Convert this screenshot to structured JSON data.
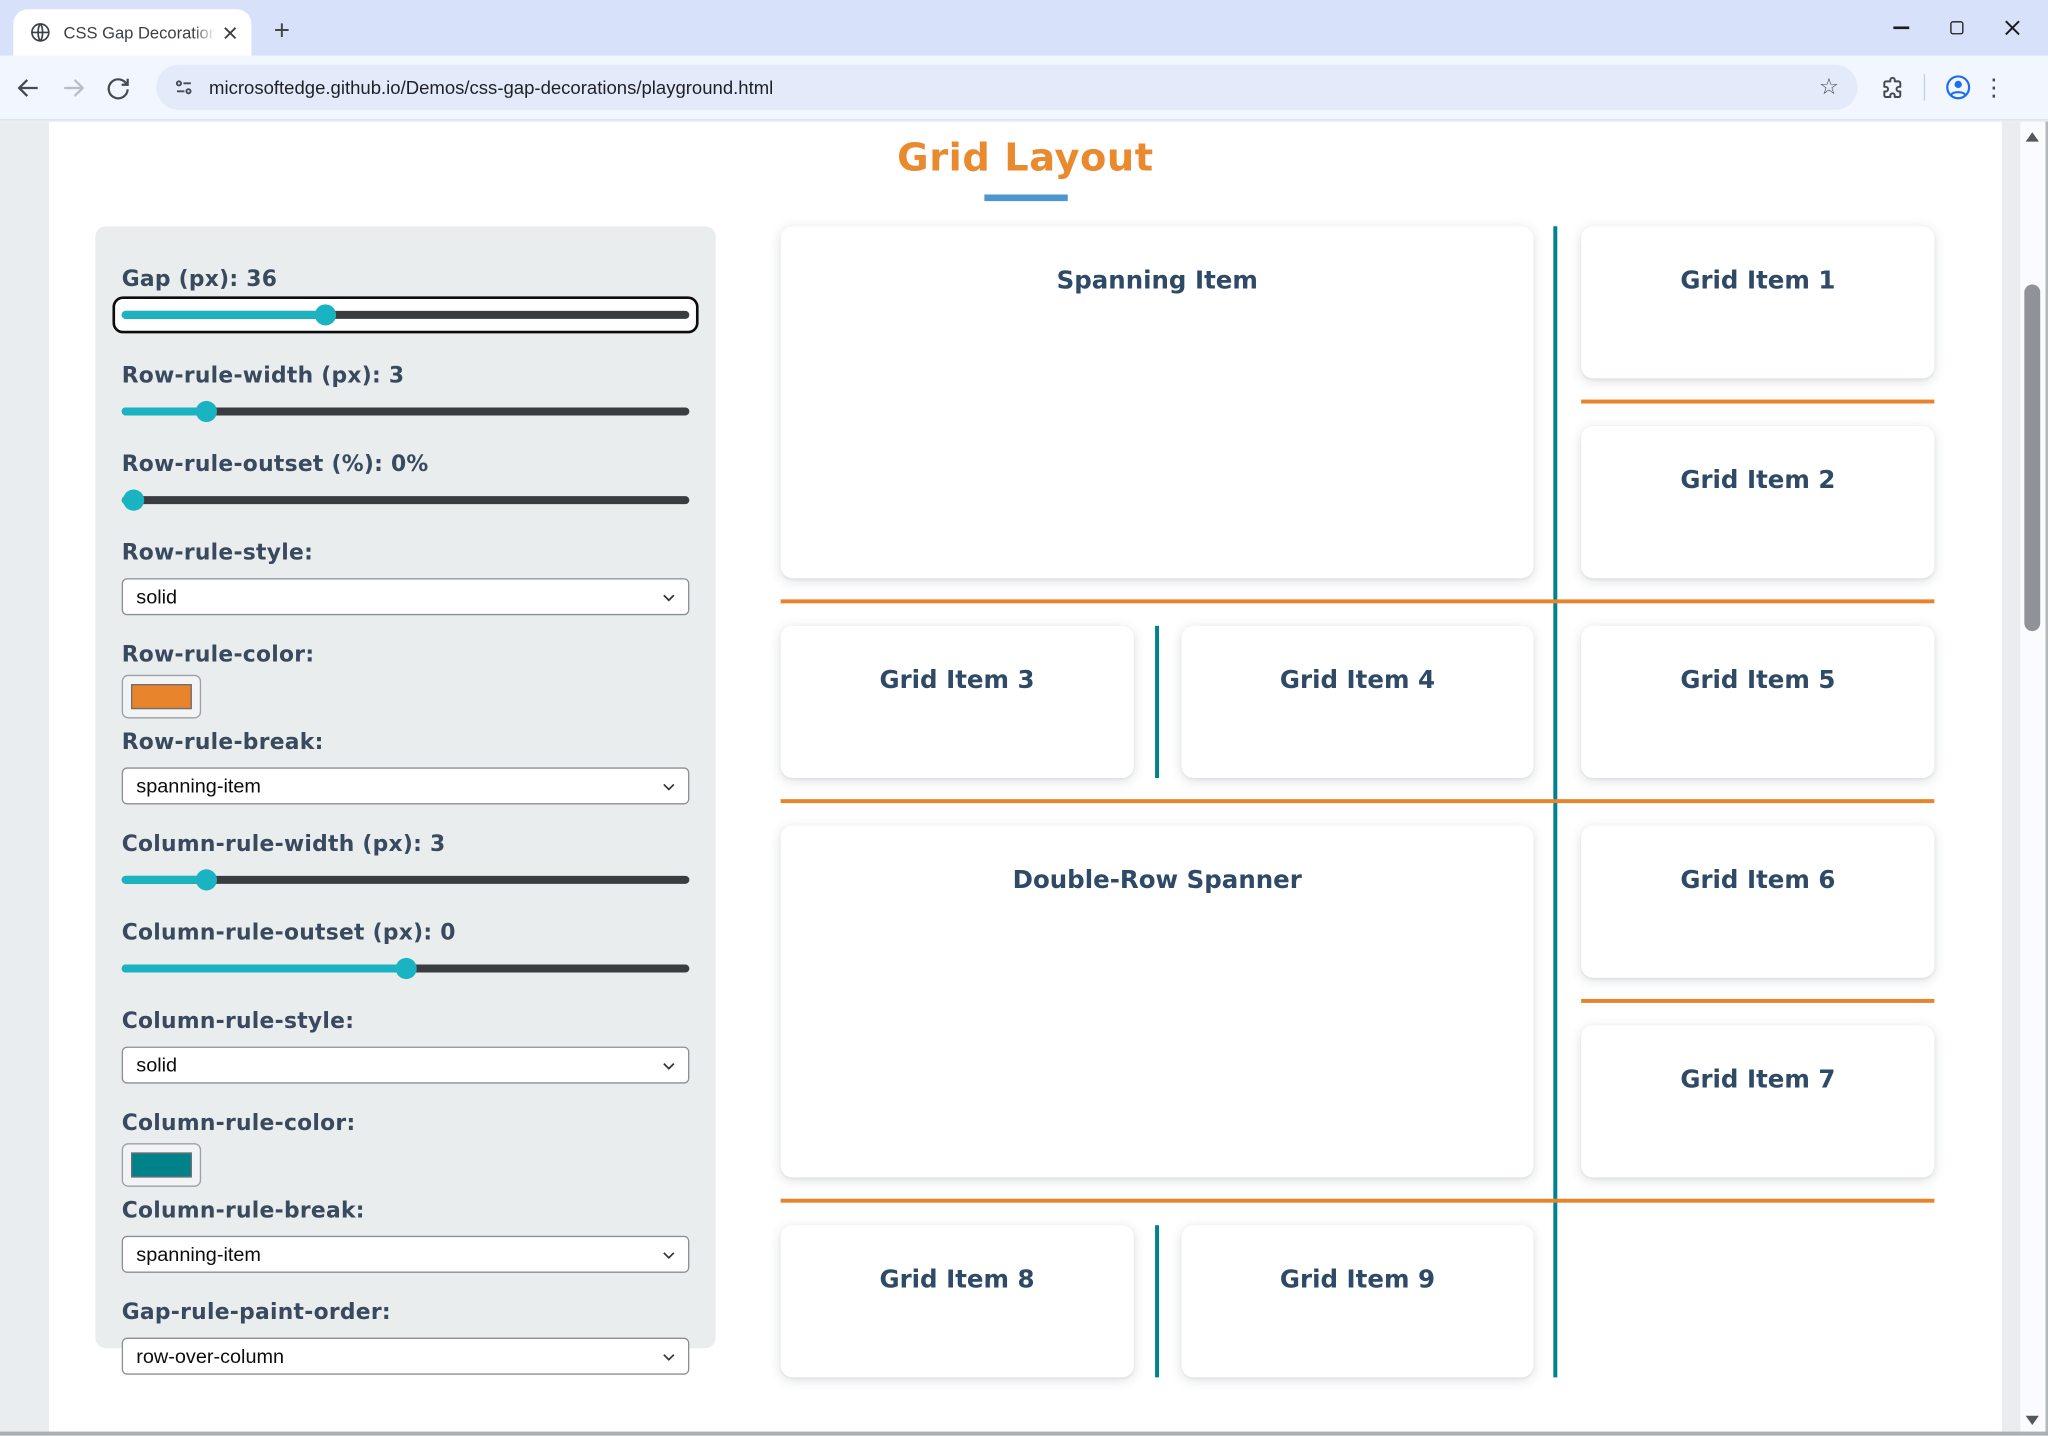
{
  "browser": {
    "tab_title": "CSS Gap Decorations playgroun",
    "new_tab_label": "+",
    "url": "microsoftedge.github.io/Demos/css-gap-decorations/playground.html",
    "bookmark_star": "☆",
    "menu_dots": "⋮"
  },
  "page": {
    "title": "Grid Layout",
    "title_color": "#ea8a2e",
    "underline_color": "#4d96d2",
    "row_rule_color": "#e8852c",
    "column_rule_color": "#00828a",
    "slider_accent": "#19b3c2"
  },
  "controls": {
    "gap": {
      "label": "Gap (px): 36",
      "value": 36,
      "fill_percent": 36,
      "focused": true
    },
    "row_rule_width": {
      "label": "Row-rule-width (px): 3",
      "value": 3,
      "fill_percent": 15
    },
    "row_rule_outset": {
      "label": "Row-rule-outset (%): 0%",
      "value": 0,
      "fill_percent": 2
    },
    "row_rule_style": {
      "label": "Row-rule-style:",
      "value": "solid"
    },
    "row_rule_color": {
      "label": "Row-rule-color:",
      "value": "#e8852c"
    },
    "row_rule_break": {
      "label": "Row-rule-break:",
      "value": "spanning-item"
    },
    "column_rule_width": {
      "label": "Column-rule-width (px): 3",
      "value": 3,
      "fill_percent": 15
    },
    "column_rule_outset": {
      "label": "Column-rule-outset (px): 0",
      "value": 0,
      "fill_percent": 50
    },
    "column_rule_style": {
      "label": "Column-rule-style:",
      "value": "solid"
    },
    "column_rule_color": {
      "label": "Column-rule-color:",
      "value": "#00828a"
    },
    "column_rule_break": {
      "label": "Column-rule-break:",
      "value": "spanning-item"
    },
    "gap_rule_paint_order": {
      "label": "Gap-rule-paint-order:",
      "value": "row-over-column"
    }
  },
  "grid": {
    "items": [
      {
        "label": "Spanning Item"
      },
      {
        "label": "Grid Item 1"
      },
      {
        "label": "Grid Item 2"
      },
      {
        "label": "Grid Item 3"
      },
      {
        "label": "Grid Item 4"
      },
      {
        "label": "Grid Item 5"
      },
      {
        "label": "Double-Row Spanner"
      },
      {
        "label": "Grid Item 6"
      },
      {
        "label": "Grid Item 7"
      },
      {
        "label": "Grid Item 8"
      },
      {
        "label": "Grid Item 9"
      }
    ]
  }
}
